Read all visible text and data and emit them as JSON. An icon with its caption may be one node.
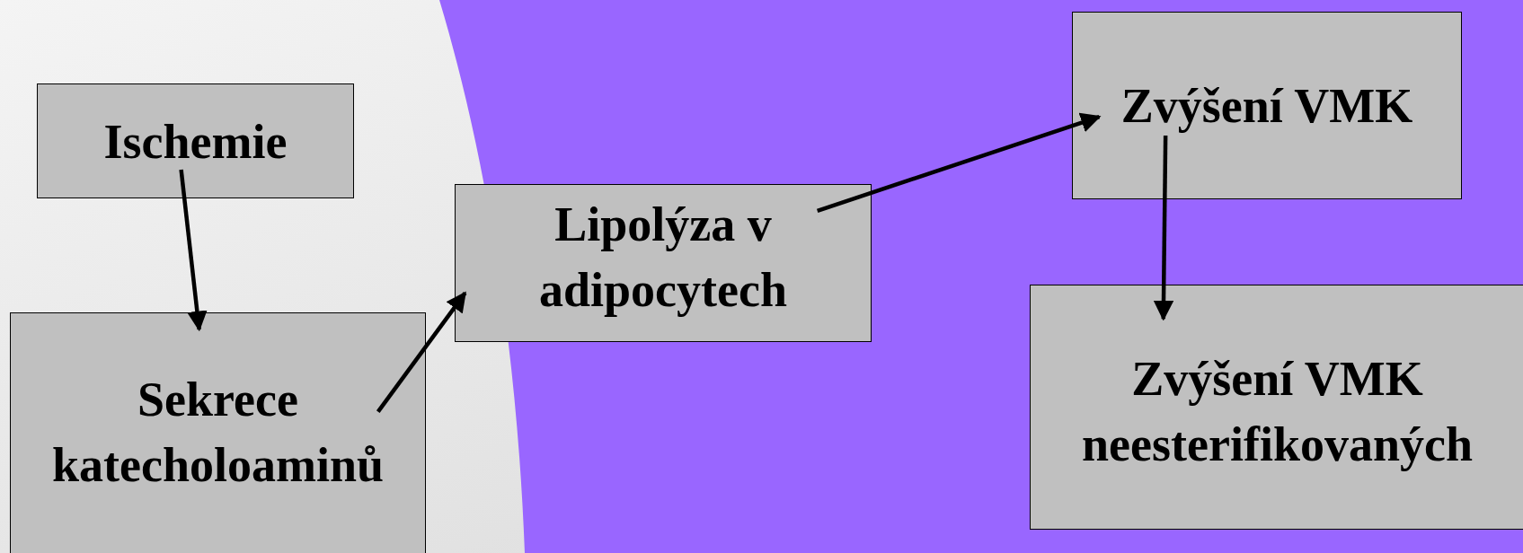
{
  "diagram": {
    "nodes": [
      {
        "text": [
          "Ischemie"
        ]
      },
      {
        "text": [
          "Sekrece katecholoaminů"
        ]
      },
      {
        "text": [
          "Lipolýza v adipocytech"
        ]
      },
      {
        "text": [
          "Zvýšení VMK"
        ]
      },
      {
        "text": [
          "Zvýšení VMK neesterifikovaných"
        ]
      }
    ],
    "edges": [
      {
        "from": 0,
        "to": 1,
        "arrow": "to"
      },
      {
        "from": 1,
        "to": 2,
        "arrow": "to"
      },
      {
        "from": 2,
        "to": 3,
        "arrow": "to"
      },
      {
        "from": 3,
        "to": 4,
        "arrow": "to"
      }
    ]
  }
}
